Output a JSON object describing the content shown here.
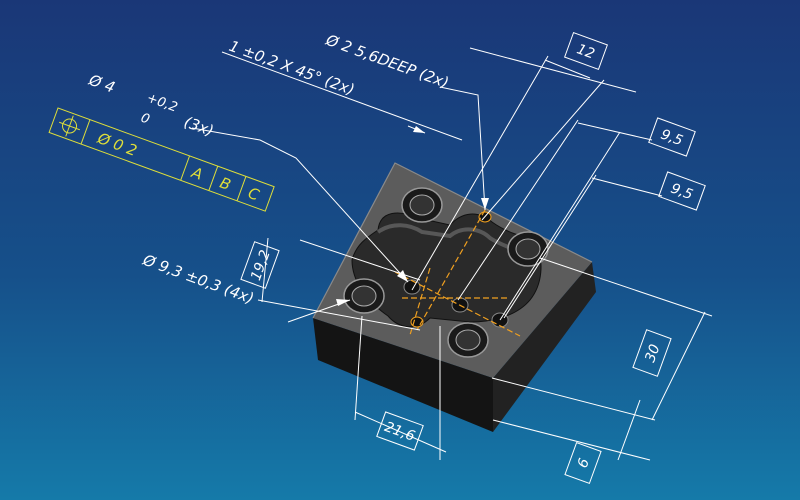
{
  "colors": {
    "bg_top": "#1a3777",
    "bg_bottom": "#157aa9",
    "dimension": "#ffffff",
    "fcf": "#dede3a",
    "centerline": "#f0a020",
    "part": "#2a2a2a"
  },
  "annotations": {
    "chamfer": "1 ±0,2 X 45° (2x)",
    "counterbore": "Ø 2 5,6DEEP (2x)",
    "hole_dia_main": "Ø 4",
    "hole_tol_upper": "+0,2",
    "hole_tol_lower": "0",
    "hole_count": "(3x)",
    "cbore_dia": "Ø 9,3 ±0,3 (4x)"
  },
  "fcf": {
    "symbol": "position-icon",
    "tolerance": "Ø 0 2",
    "datums": [
      "A",
      "B",
      "C"
    ]
  },
  "basic_dims": {
    "d12": "12",
    "d95a": "9,5",
    "d95b": "9,5",
    "d192": "19,2",
    "d30": "30",
    "d216": "21,6",
    "d6": "6"
  }
}
